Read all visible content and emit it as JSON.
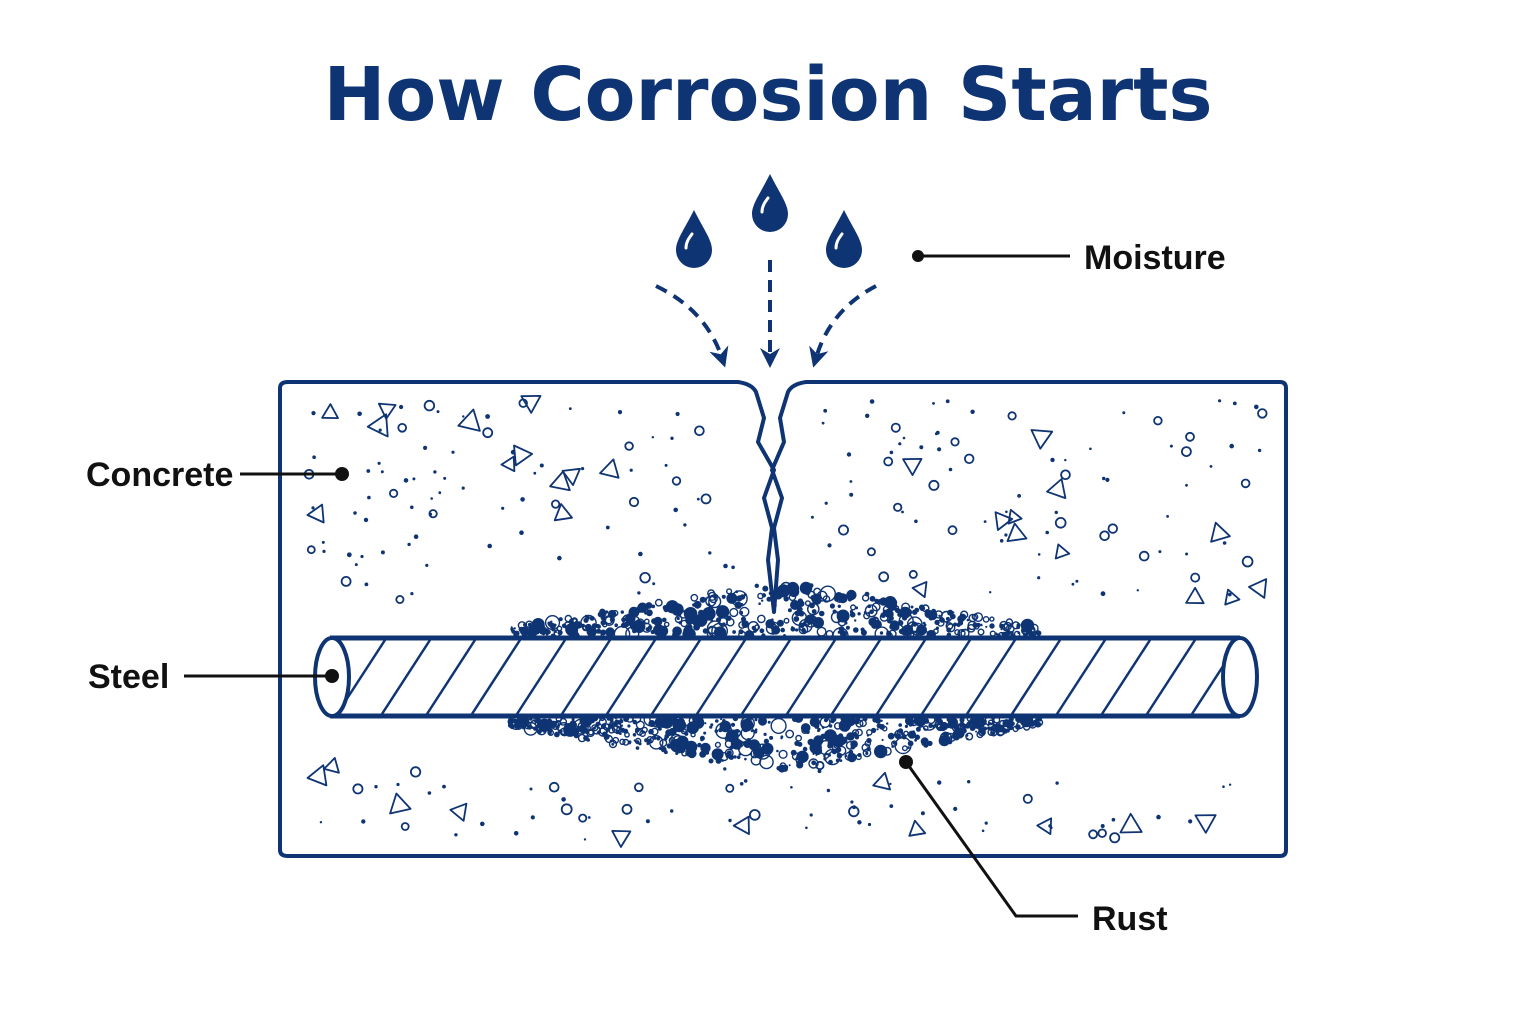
{
  "title": "How Corrosion Starts",
  "labels": {
    "moisture": "Moisture",
    "concrete": "Concrete",
    "steel": "Steel",
    "rust": "Rust"
  },
  "colors": {
    "primary": "#0f3473",
    "text": "#111111",
    "background": "#ffffff"
  },
  "icons": [
    "water-drop-icon",
    "arrow-down-icon"
  ]
}
